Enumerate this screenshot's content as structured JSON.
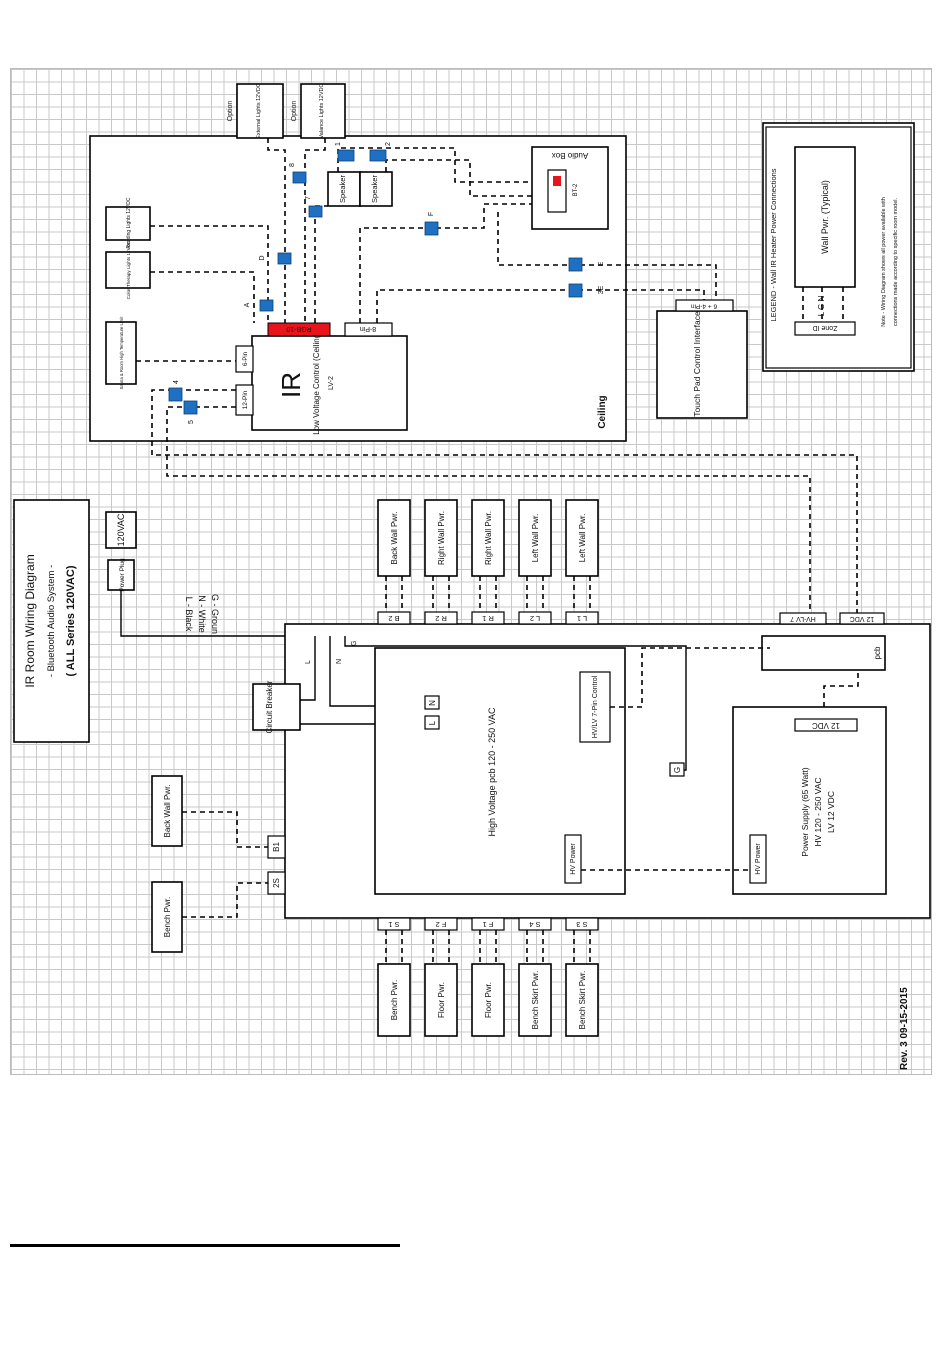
{
  "title": {
    "line1": "IR Room Wiring Diagram",
    "line2": "- Bluetooth Audio System -",
    "line3": "( ALL Series 120VAC)"
  },
  "revision": "Rev. 3  09-15-2015",
  "legend_wire": [
    "L - Black",
    "N - White",
    "G - Groun"
  ],
  "power": {
    "voltage": "120VAC",
    "plug": "Power Plug"
  },
  "breaker": "Circuit Breaker",
  "main_labels": {
    "L": "L",
    "N": "N",
    "G": "G"
  },
  "hv_pcb": {
    "label": "High Voltage pcb 120 - 250 VAC",
    "control": "HV/LV 7-Pin Control",
    "hv_power": "HV Power",
    "n": "N",
    "l": "L",
    "g": "G"
  },
  "psu": {
    "line1": "Power Supply (65 Watt)",
    "line2": "HV 120 - 250 VAC",
    "line3": "LV 12 VDC",
    "vdc": "12 VDC",
    "hv_power": "HV Power"
  },
  "pcb": {
    "label": "pcb",
    "hvlv": "HV-LV 7",
    "vdc": "12 VDC"
  },
  "top_heaters": [
    {
      "label": "Back Wall Pwr.",
      "conn": "B 2"
    },
    {
      "label": "Right Wall Pwr.",
      "conn": "R 2"
    },
    {
      "label": "Right Wall Pwr.",
      "conn": "R 1"
    },
    {
      "label": "Left Wall Pwr.",
      "conn": "L 2"
    },
    {
      "label": "Left Wall Pwr.",
      "conn": "L 1"
    }
  ],
  "bottom_heaters": [
    {
      "label": "Bench Pwr.",
      "conn": "S 1"
    },
    {
      "label": "Floor Pwr.",
      "conn": "F 2"
    },
    {
      "label": "Floor Pwr.",
      "conn": "F 1"
    },
    {
      "label": "Bench Skirt Pwr.",
      "conn": "S 4"
    },
    {
      "label": "Bench Skirt Pwr.",
      "conn": "S 3"
    }
  ],
  "left_heaters": [
    {
      "label": "Back Wall Pwr.",
      "conn": "B1"
    },
    {
      "label": "Bench Pwr.",
      "conn": "2S"
    }
  ],
  "ceiling": {
    "label": "Ceiling",
    "lv_ir": "IR",
    "lv_label": "Low Voltage Control (Ceiling)",
    "lv_model": "LV-2",
    "pin12": "12-Pin",
    "pin6": "6-Pin",
    "pin8": "8-Pin",
    "rgb": "RGB-10",
    "sensor": "Sauna & Room High Temperature Limit",
    "color_therapy": "Color Therapy Lights 12VDC",
    "reading": "Reading Lights 12VDC",
    "speaker1": "Speaker",
    "speaker2": "Speaker",
    "audio_box": "Audio Box",
    "bt": "BT-2",
    "touch_pad": "Touch Pad Control Interface",
    "touch_conn": "6 + 4-Pin",
    "external": "External Lights 12VDC",
    "valance": "Valance Lights 12VDC",
    "option1": "Option",
    "option2": "Option",
    "markers": [
      "A",
      "D",
      "8",
      "7",
      "1",
      "2",
      "F",
      "E",
      "3E",
      "4",
      "5"
    ]
  },
  "legend": {
    "title": "LEGEND - Wall IR Heater Power Connections",
    "wall": "Wall Pwr. (Typical)",
    "zone": "Zone ID",
    "lgn": "L G N",
    "note1": "Note - Wiring Diagram shows all power available with",
    "note2": "connections made according to specific room model."
  },
  "colors": {
    "connector": "#1f6fc2",
    "rgb_red": "#e8141c",
    "line": "#000000"
  }
}
